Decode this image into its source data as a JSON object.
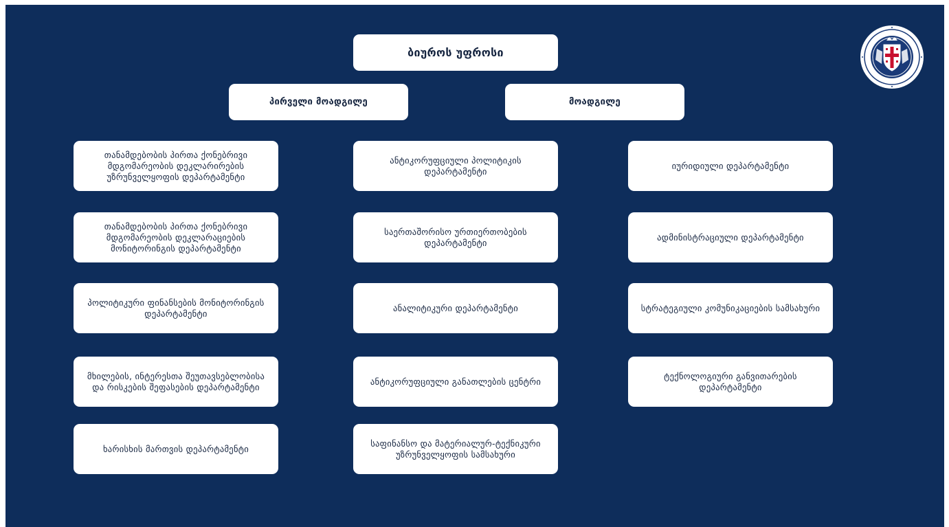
{
  "chart_title": "ბიუროს უფროსი",
  "deputies": {
    "first": "პირველი მოადგილე",
    "second": "მოადგილე"
  },
  "columns": {
    "left": [
      "თანამდებობის პირთა ქონებრივი მდგომარეობის დეკლარირების უზრუნველყოფის დეპარტამენტი",
      "თანამდებობის პირთა ქონებრივი მდგომარეობის დეკლარაციების მონიტორინგის დეპარტამენტი",
      "პოლიტიკური ფინანსების მონიტორინგის დეპარტამენტი",
      "მხილების, ინტერესთა შეუთავსებლობისა და რისკების შეფასების დეპარტამენტი",
      "ხარისხის მართვის დეპარტამენტი"
    ],
    "middle": [
      "ანტიკორუფციული პოლიტიკის დეპარტამენტი",
      "საერთაშორისო ურთიერთობების დეპარტამენტი",
      "ანალიტიკური დეპარტამენტი",
      "ანტიკორუფციული განათლების ცენტრი",
      "საფინანსო და მატერიალურ-ტექნიკური უზრუნველყოფის სამსახური"
    ],
    "right": [
      "იურიდიული დეპარტამენტი",
      "ადმინისტრაციული დეპარტამენტი",
      "სტრატეგიული კომუნიკაციების სამსახური",
      "ტექნოლოგიური განვითარების დეპარტამენტი"
    ]
  },
  "colors": {
    "background": "#0e2d5b",
    "box": "#ffffff",
    "text": "#15243f",
    "emblem_ring": "#1a3a78",
    "emblem_red": "#c8102e"
  },
  "icons": {
    "emblem": "anti-corruption-bureau-seal-icon"
  }
}
